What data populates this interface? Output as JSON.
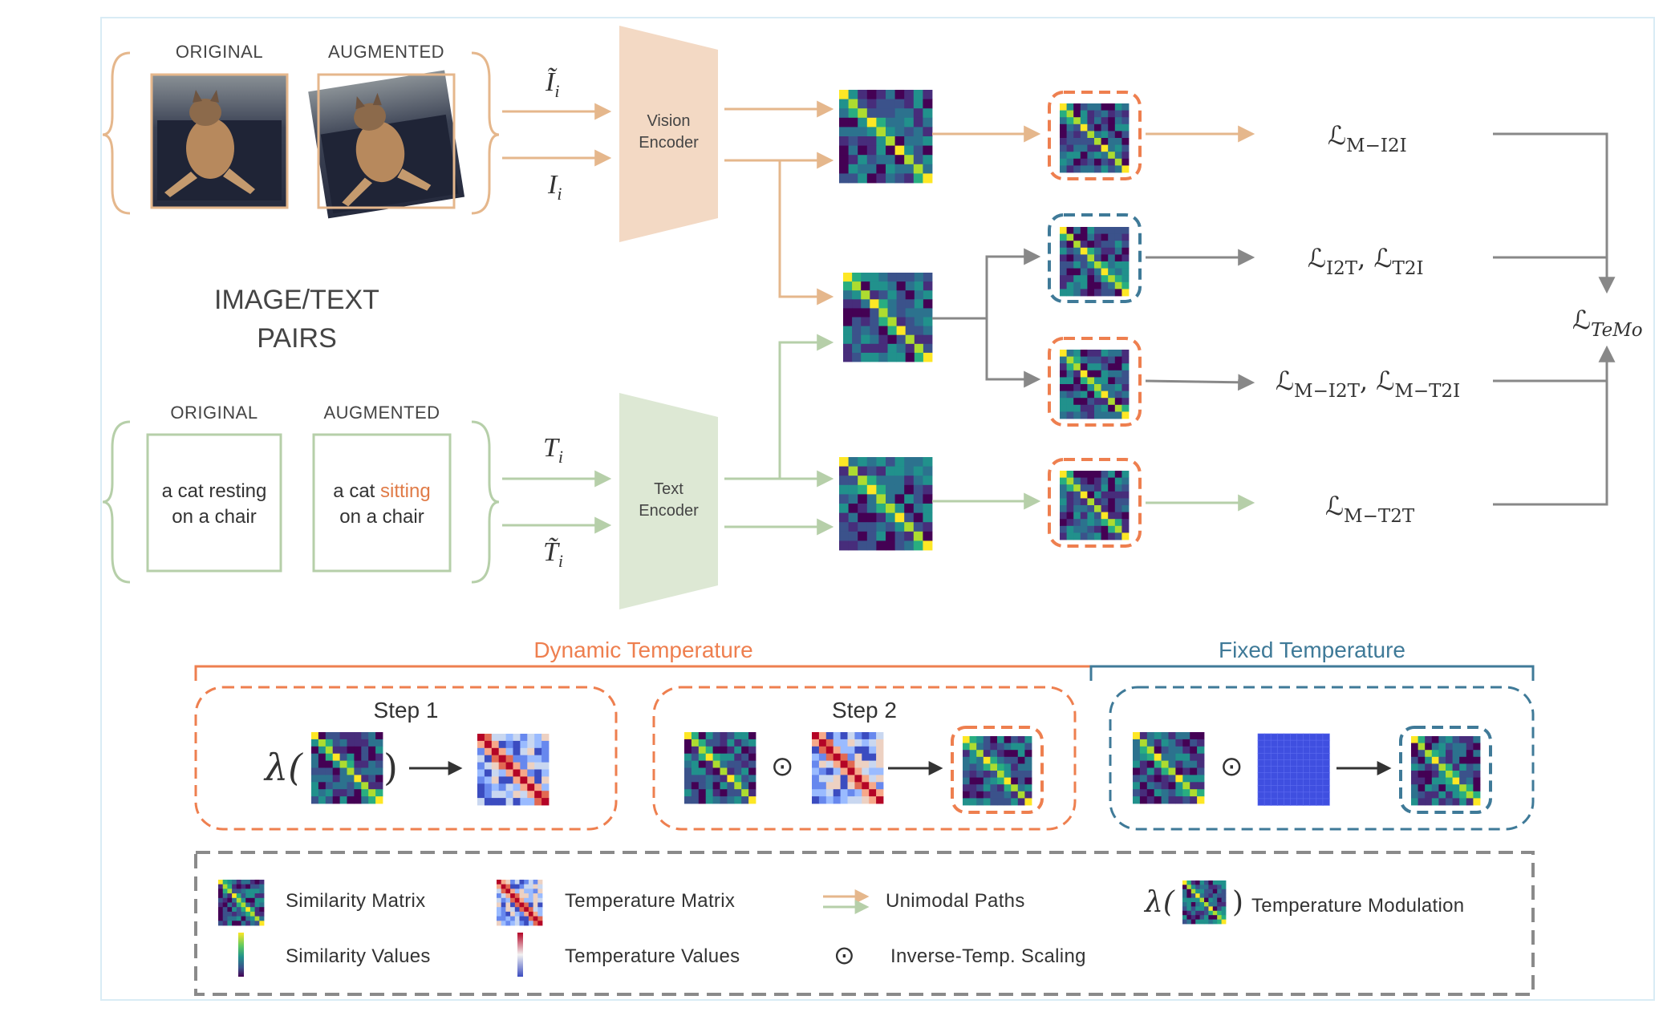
{
  "image_pairs": {
    "original_label": "ORIGINAL",
    "augmented_label": "AUGMENTED",
    "group_label_line1": "IMAGE/TEXT",
    "group_label_line2": "PAIRS"
  },
  "text_pairs": {
    "original_label": "ORIGINAL",
    "augmented_label": "AUGMENTED",
    "original_line1": "a cat resting",
    "original_line2": "on a chair",
    "augmented_prefix": "a cat ",
    "augmented_word": "sitting",
    "augmented_line2": "on a chair"
  },
  "inputs": {
    "img_aug": "Ĩ",
    "img_orig": "I",
    "txt_orig": "T",
    "txt_aug": "T̃",
    "subscript": "i"
  },
  "encoders": {
    "vision_line1": "Vision",
    "vision_line2": "Encoder",
    "text_line1": "Text",
    "text_line2": "Encoder"
  },
  "losses": {
    "script_L": "ℒ",
    "m_i2i": "M−I2I",
    "i2t": "I2T",
    "t2i": "T2I",
    "m_i2t": "M−I2T",
    "m_t2i": "M−T2I",
    "m_t2t": "M−T2T",
    "temo": "TeMo",
    "separator": ","
  },
  "sections": {
    "dynamic": "Dynamic Temperature",
    "fixed": "Fixed Temperature",
    "step1": "Step 1",
    "step2": "Step 2",
    "lambda": "λ(",
    "close_paren": ")",
    "odot": "⊙"
  },
  "legend": {
    "similarity_matrix": "Similarity Matrix",
    "temperature_matrix": "Temperature Matrix",
    "unimodal_paths": "Unimodal Paths",
    "temperature_modulation": "Temperature Modulation",
    "similarity_values": "Similarity Values",
    "temperature_values": "Temperature Values",
    "inverse_temp_scaling": "Inverse-Temp. Scaling",
    "lambda_open": "λ(",
    "lambda_close": ")",
    "odot": "⊙"
  },
  "colors": {
    "vision_path": "#e5b78c",
    "text_path": "#b6cfa9",
    "gray_path": "#888888",
    "dynamic_accent": "#ee7f4f",
    "fixed_accent": "#3f7a98",
    "encoder_vision_fill": "#f3d9c4",
    "encoder_text_fill": "#dde8d4",
    "fixed_temperature_fill": "#3f4fe0"
  }
}
